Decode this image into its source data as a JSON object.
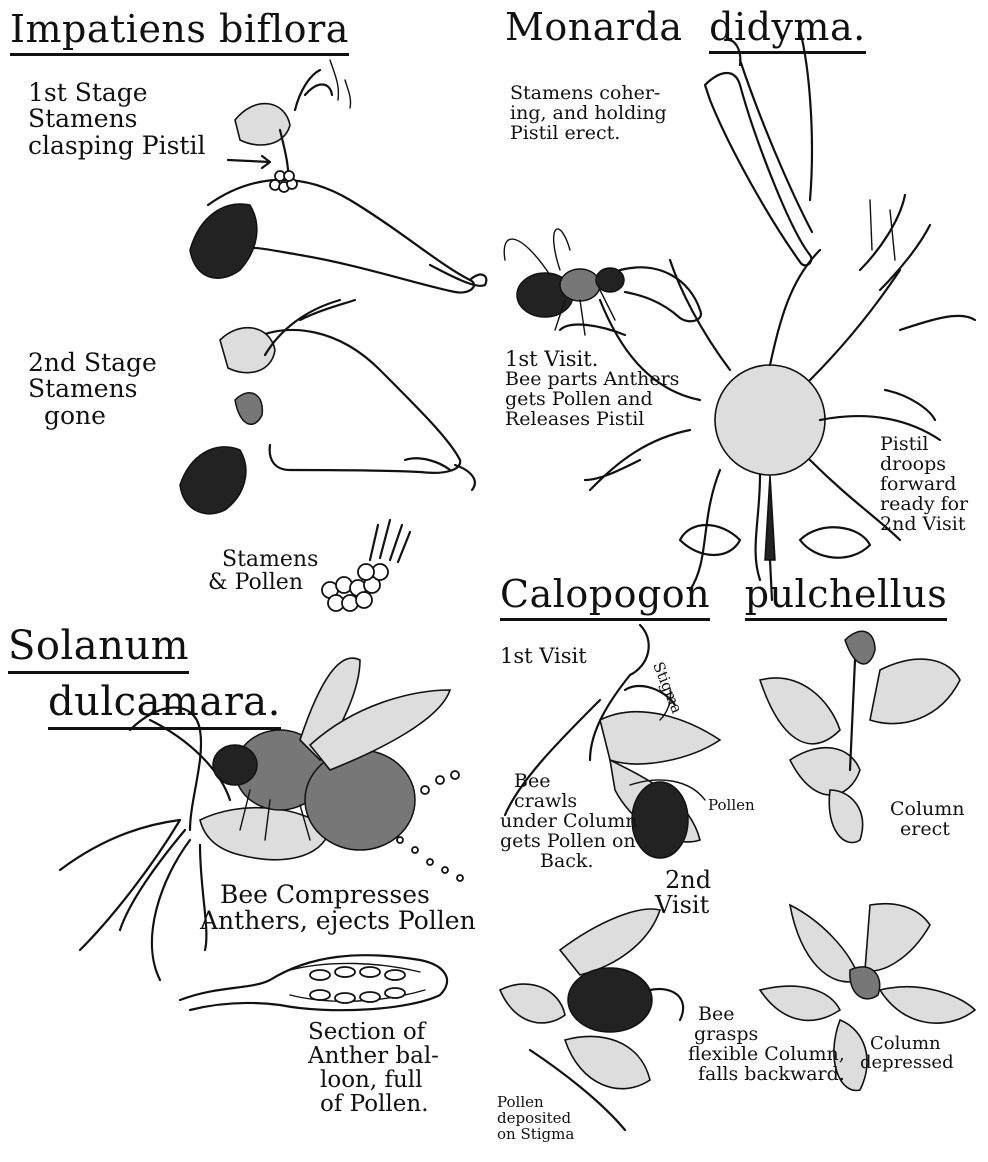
{
  "impatiens": {
    "title": "Impatiens biflora",
    "stage1": [
      "1st Stage",
      "Stamens",
      "clasping Pistil"
    ],
    "stage2": [
      "2nd Stage",
      "Stamens",
      "gone"
    ],
    "stamens": [
      "Stamens",
      "& Pollen"
    ]
  },
  "monarda": {
    "title_a": "Monarda",
    "title_b": "didyma.",
    "stamens_note": [
      "Stamens coher-",
      "ing, and holding",
      "Pistil erect."
    ],
    "visit1": [
      "1st Visit.",
      "Bee parts Anthers",
      "gets Pollen and",
      "Releases Pistil"
    ],
    "pistil_note": [
      "Pistil",
      "droops",
      "forward",
      "ready for",
      "2nd Visit"
    ]
  },
  "solanum": {
    "title_a": "Solanum",
    "title_b": "dulcamara.",
    "bee_note": [
      "Bee Compresses",
      "Anthers, ejects Pollen"
    ],
    "section_note": [
      "Section of",
      "Anther bal-",
      "loon, full",
      "of Pollen."
    ]
  },
  "calopogon": {
    "title_a": "Calopogon",
    "title_b": "pulchellus",
    "visit1": "1st Visit",
    "stigma": "Stigma",
    "pollen": "Pollen",
    "bee_crawls": [
      "Bee",
      "crawls",
      "under Column",
      "gets Pollen on",
      "Back."
    ],
    "column_erect": [
      "Column",
      "erect"
    ],
    "visit2": [
      "2nd",
      "Visit"
    ],
    "bee_grasps": [
      "Bee",
      "grasps",
      "flexible Column,",
      "falls backward."
    ],
    "column_depressed": [
      "Column",
      "depressed"
    ],
    "pollen_deposited": [
      "Pollen",
      "deposited",
      "on Stigma"
    ]
  }
}
